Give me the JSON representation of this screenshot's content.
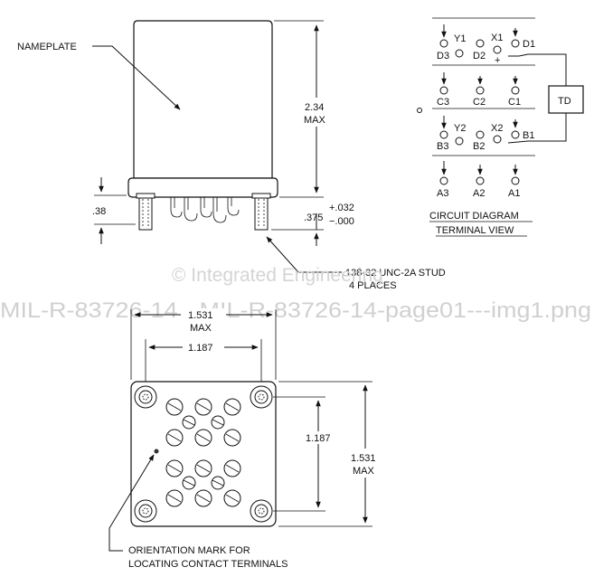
{
  "side_view": {
    "nameplate_label": "NAMEPLATE",
    "height_value": "2.34",
    "height_suffix": "MAX",
    "flange_value": ".38",
    "stud_length_value": ".375",
    "stud_tol_plus": "+.032",
    "stud_tol_minus": "−.000",
    "stud_spec_line1": ".138-32 UNC-2A STUD",
    "stud_spec_line2": "4 PLACES"
  },
  "bottom_view": {
    "outer_width_value": "1.531",
    "outer_width_suffix": "MAX",
    "inner_width_value": "1.187",
    "inner_height_value": "1.187",
    "outer_height_value": "1.531",
    "outer_height_suffix": "MAX",
    "orientation_line1": "ORIENTATION MARK FOR",
    "orientation_line2": "LOCATING CONTACT TERMINALS"
  },
  "circuit": {
    "title_line1": "CIRCUIT DIAGRAM",
    "title_line2": "TERMINAL VIEW",
    "td_label": "TD",
    "plus_sign": "+",
    "terminals": {
      "Y1": "Y1",
      "X1": "X1",
      "D1": "D1",
      "D2": "D2",
      "D3": "D3",
      "C1": "C1",
      "C2": "C2",
      "C3": "C3",
      "Y2": "Y2",
      "X2": "X2",
      "B1": "B1",
      "B2": "B2",
      "B3": "B3",
      "A1": "A1",
      "A2": "A2",
      "A3": "A3"
    }
  },
  "watermark": {
    "copyright": "© Integrated Engineering",
    "filename": "MIL-R-83726-14 - MIL-R-83726-14-page01---img1.png"
  }
}
